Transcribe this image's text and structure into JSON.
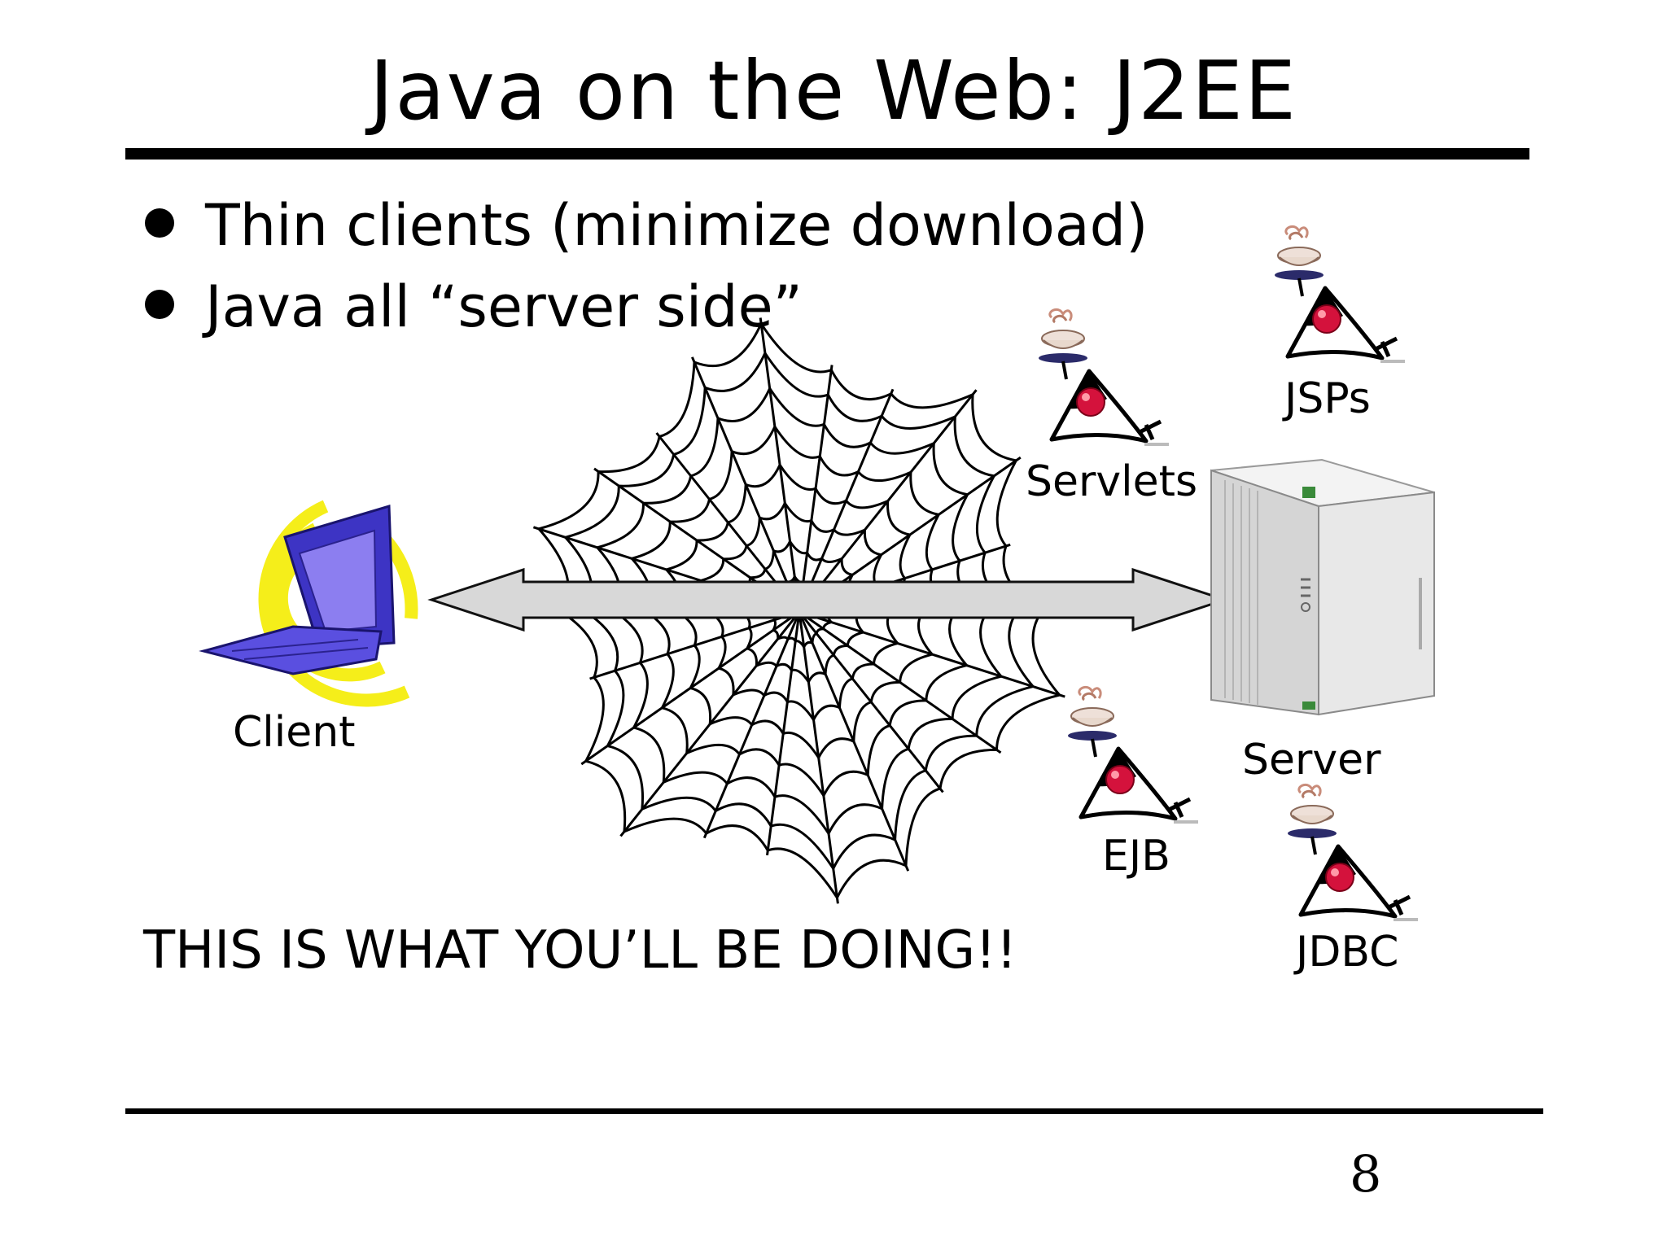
{
  "slide": {
    "title": "Java on the Web: J2EE",
    "bullets": [
      "Thin clients (minimize download)",
      "Java all “server side”"
    ],
    "labels": {
      "client": "Client",
      "server": "Server",
      "servlets": "Servlets",
      "jsps": "JSPs",
      "ejb": "EJB",
      "jdbc": "JDBC"
    },
    "callout": "THIS IS WHAT YOU’LL BE DOING!!",
    "page_number": "8"
  },
  "icons": [
    "laptop-icon",
    "spider-web-icon",
    "double-arrow-icon",
    "server-tower-icon",
    "duke-java-mascot-icon"
  ],
  "colors": {
    "laptop": "#4a3fd0",
    "rings": "#f5ee1a",
    "duke_nose": "#d4123c",
    "arrow_fill": "#d8d8d8"
  }
}
